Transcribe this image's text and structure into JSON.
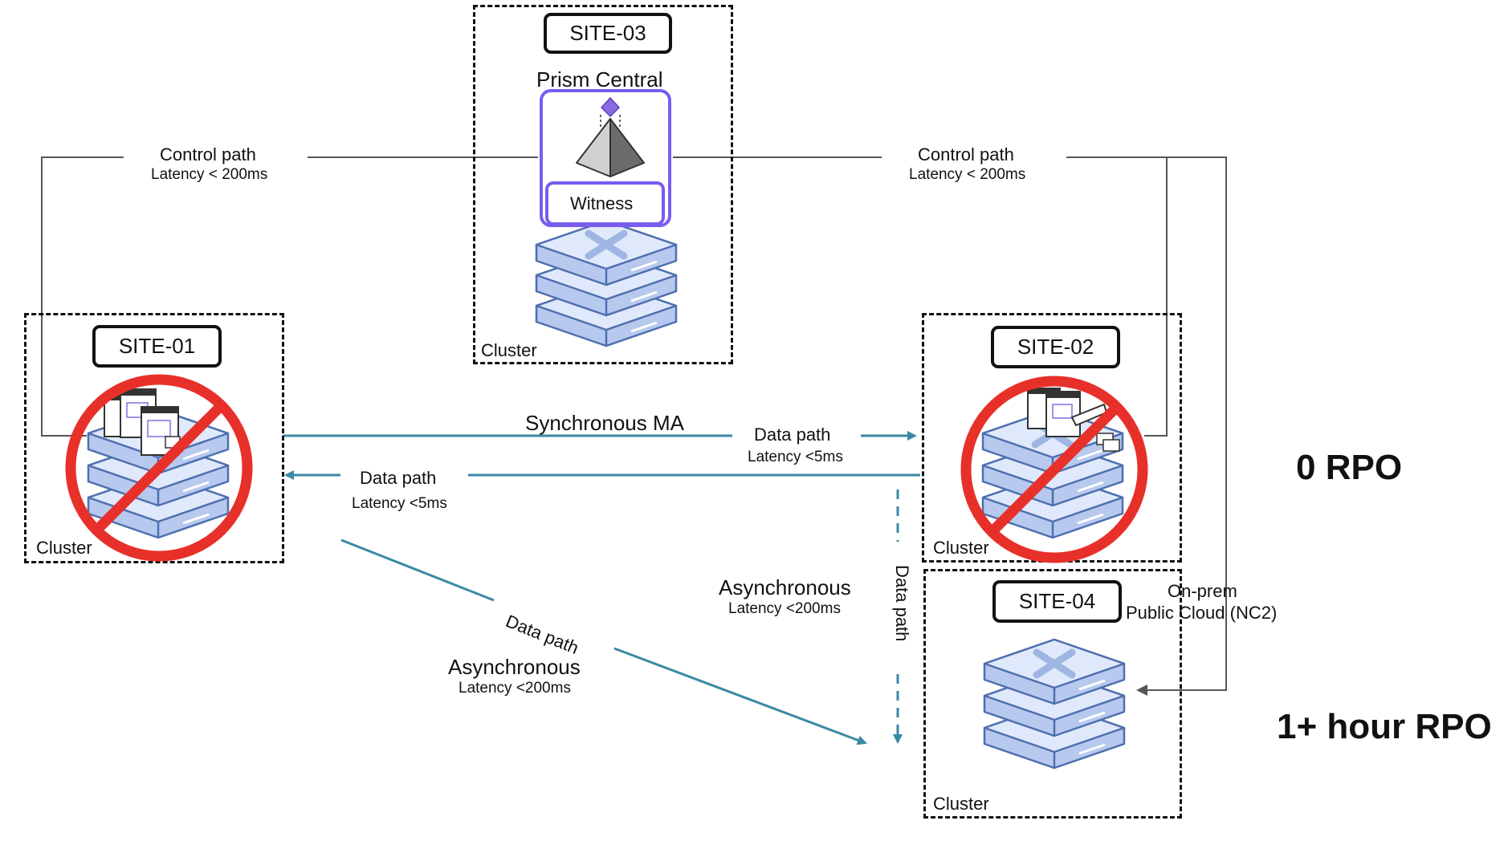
{
  "sites": {
    "site01": {
      "label": "SITE-01",
      "cluster": "Cluster"
    },
    "site02": {
      "label": "SITE-02",
      "cluster": "Cluster"
    },
    "site03": {
      "label": "SITE-03",
      "cluster": "Cluster",
      "prism": "Prism Central",
      "witness": "Witness"
    },
    "site04": {
      "label": "SITE-04",
      "cluster": "Cluster",
      "type_line1": "On-prem",
      "type_line2": "Public Cloud (NC2)"
    }
  },
  "links": {
    "control_left": {
      "title": "Control path",
      "latency": "Latency < 200ms"
    },
    "control_right": {
      "title": "Control path",
      "latency": "Latency < 200ms"
    },
    "sync": {
      "title": "Synchronous MA"
    },
    "data_fwd": {
      "title": "Data path",
      "latency": "Latency <5ms"
    },
    "data_back": {
      "title": "Data path",
      "latency": "Latency <5ms"
    },
    "async_diag": {
      "path": "Data path",
      "title": "Asynchronous",
      "latency": "Latency <200ms"
    },
    "async_vert": {
      "path": "Data path",
      "title": "Asynchronous",
      "latency": "Latency <200ms"
    }
  },
  "rpo": {
    "top": "0 RPO",
    "bottom": "1+ hour RPO"
  },
  "colors": {
    "data": "#3a8aa6",
    "control": "#555555",
    "witness": "#7a5cf0",
    "forbidden": "#e8302a",
    "server": "#c9d9f5"
  }
}
